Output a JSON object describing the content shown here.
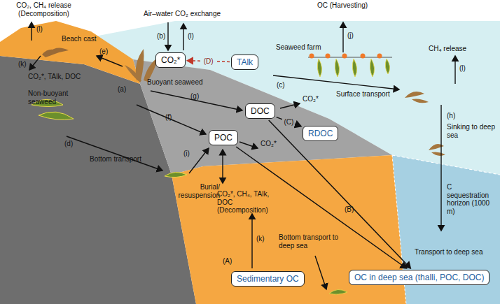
{
  "diagram": {
    "nodes": [
      {
        "text": [
          "CO₂*"
        ]
      },
      {
        "text": [
          "TAlk"
        ]
      },
      {
        "text": [
          "DOC"
        ]
      },
      {
        "text": [
          "RDOC"
        ]
      },
      {
        "text": [
          "POC"
        ]
      },
      {
        "text": [
          "Sedimentary OC"
        ]
      },
      {
        "text": [
          "OC in deep sea (thalli, POC, DOC)"
        ]
      }
    ],
    "edges": [
      {
        "from": 1,
        "to": 0,
        "arrow": "to",
        "label": "(D)"
      },
      {
        "from": 2,
        "to": 3,
        "arrow": "to",
        "label": "(C)"
      },
      {
        "from": 2,
        "to": 6,
        "arrow": "to"
      },
      {
        "from": 4,
        "to": 6,
        "arrow": "to"
      }
    ],
    "labels": [
      "CO₂, CH₄ release (Decomposition)",
      "(l)",
      "Beach cast",
      "(e)",
      "(k)",
      "CO₂*, TAlk, DOC",
      "Buoyant seaweed",
      "(a)",
      "Air–water CO₂ exchange",
      "(b)",
      "(l)",
      "OC (Harvesting)",
      "(j)",
      "Seaweed farm",
      "(c)",
      "Surface transport",
      "CH₄ release",
      "(l)",
      "Non-buoyant seaweed",
      "(g)",
      "(f)",
      "(d)",
      "Bottom transport",
      "(i)",
      "CO₂*",
      "CO₂*",
      "(h)",
      "Sinking to deep sea",
      "C sequestration horizon (1000 m)",
      "CO₂*, CH₄, TAlk, DOC (Decomposition)",
      "Burial/ resuspension",
      "(k)",
      "Bottom transport to deep sea",
      "(A)",
      "(B)",
      "Transport to deep sea"
    ]
  }
}
